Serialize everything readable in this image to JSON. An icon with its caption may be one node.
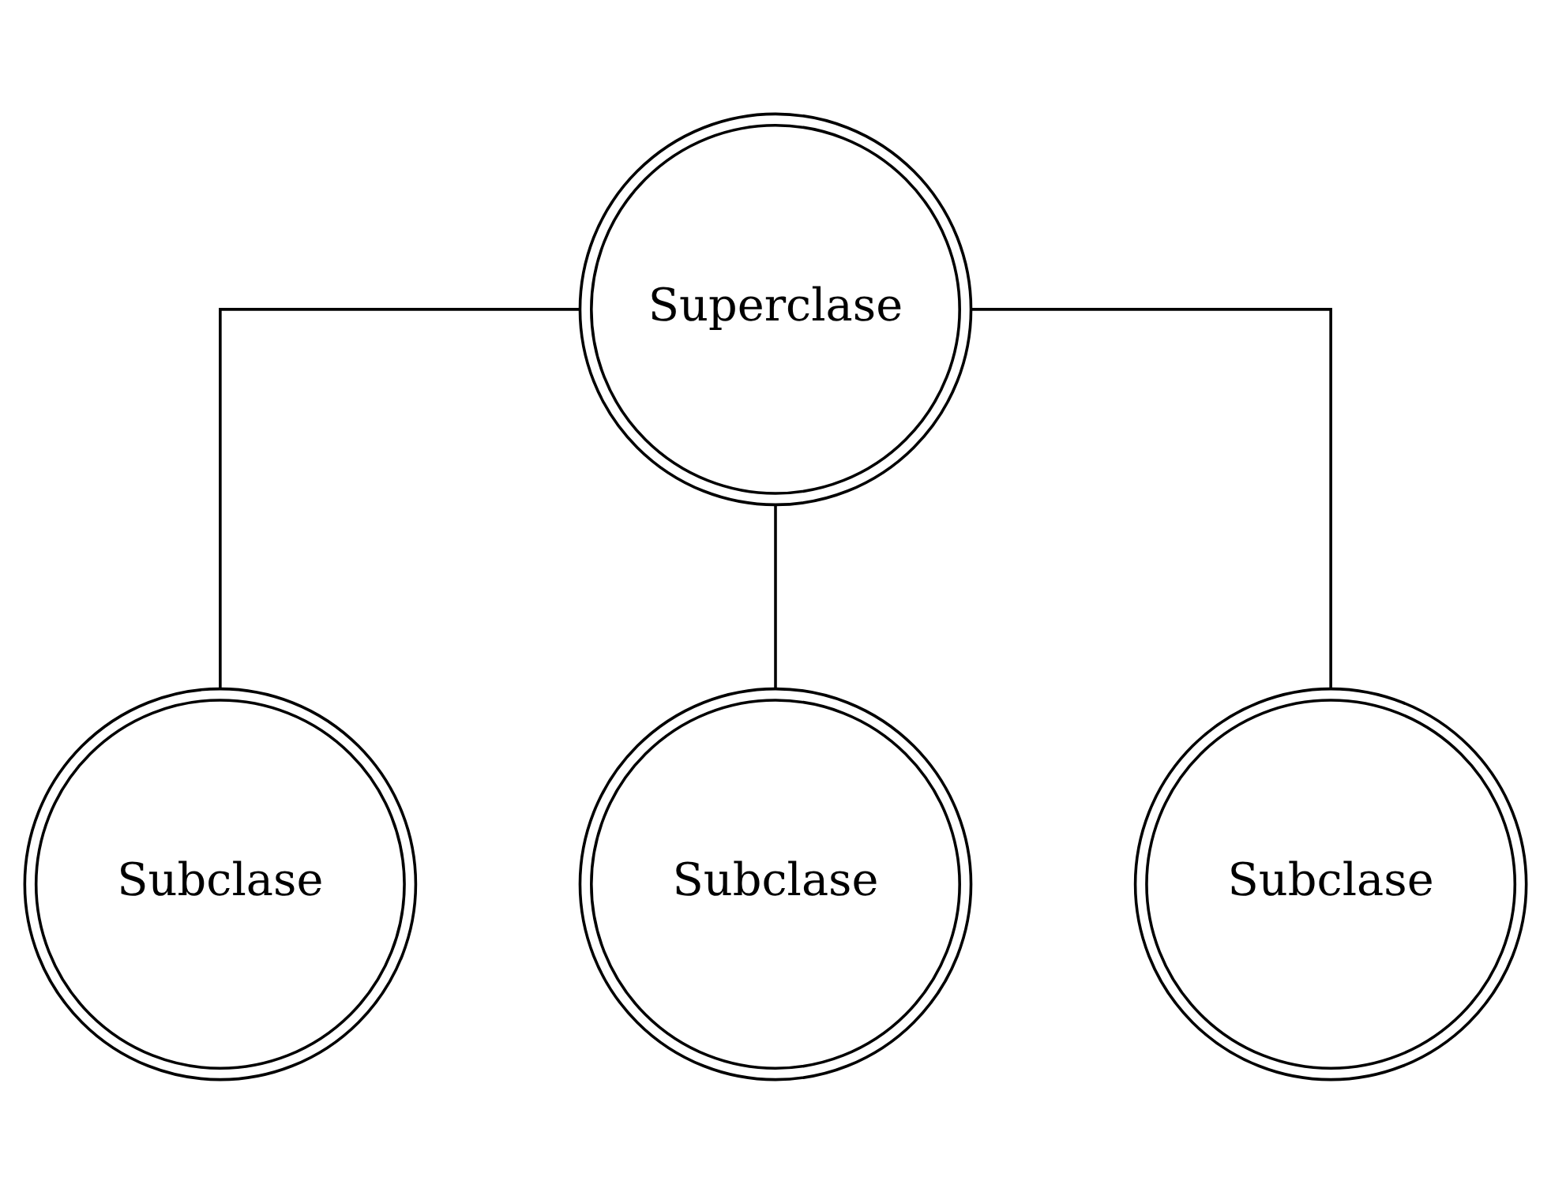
{
  "diagram": {
    "nodes": [
      {
        "text": [
          "Superclase"
        ]
      },
      {
        "text": [
          "Subclase"
        ]
      },
      {
        "text": [
          "Subclase"
        ]
      },
      {
        "text": [
          "Subclase"
        ]
      }
    ],
    "edges": [
      {
        "from": 0,
        "to": 1,
        "arrow": "none"
      },
      {
        "from": 0,
        "to": 2,
        "arrow": "none"
      },
      {
        "from": 0,
        "to": 3,
        "arrow": "none"
      }
    ]
  }
}
